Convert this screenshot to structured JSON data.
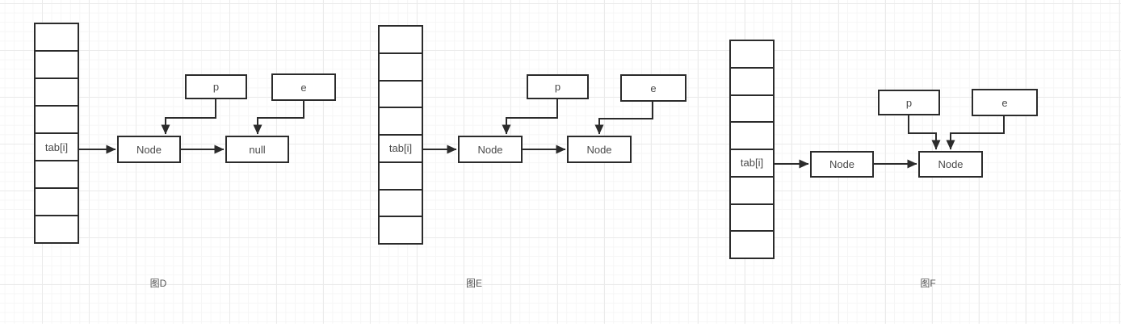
{
  "canvas": {
    "background": "#ffffff",
    "grid_minor_color": "#f6f6f6",
    "grid_major_color": "#ebebeb",
    "shape_stroke": "#2b2b2b",
    "label_color": "#4a4a4a"
  },
  "diagrams": [
    {
      "caption": "图D",
      "array_label": "tab[i]",
      "p_label": "p",
      "e_label": "e",
      "node1_label": "Node",
      "node2_label": "null"
    },
    {
      "caption": "图E",
      "array_label": "tab[i]",
      "p_label": "p",
      "e_label": "e",
      "node1_label": "Node",
      "node2_label": "Node"
    },
    {
      "caption": "图F",
      "array_label": "tab[i]",
      "p_label": "p",
      "e_label": "e",
      "node1_label": "Node",
      "node2_label": "Node"
    }
  ]
}
